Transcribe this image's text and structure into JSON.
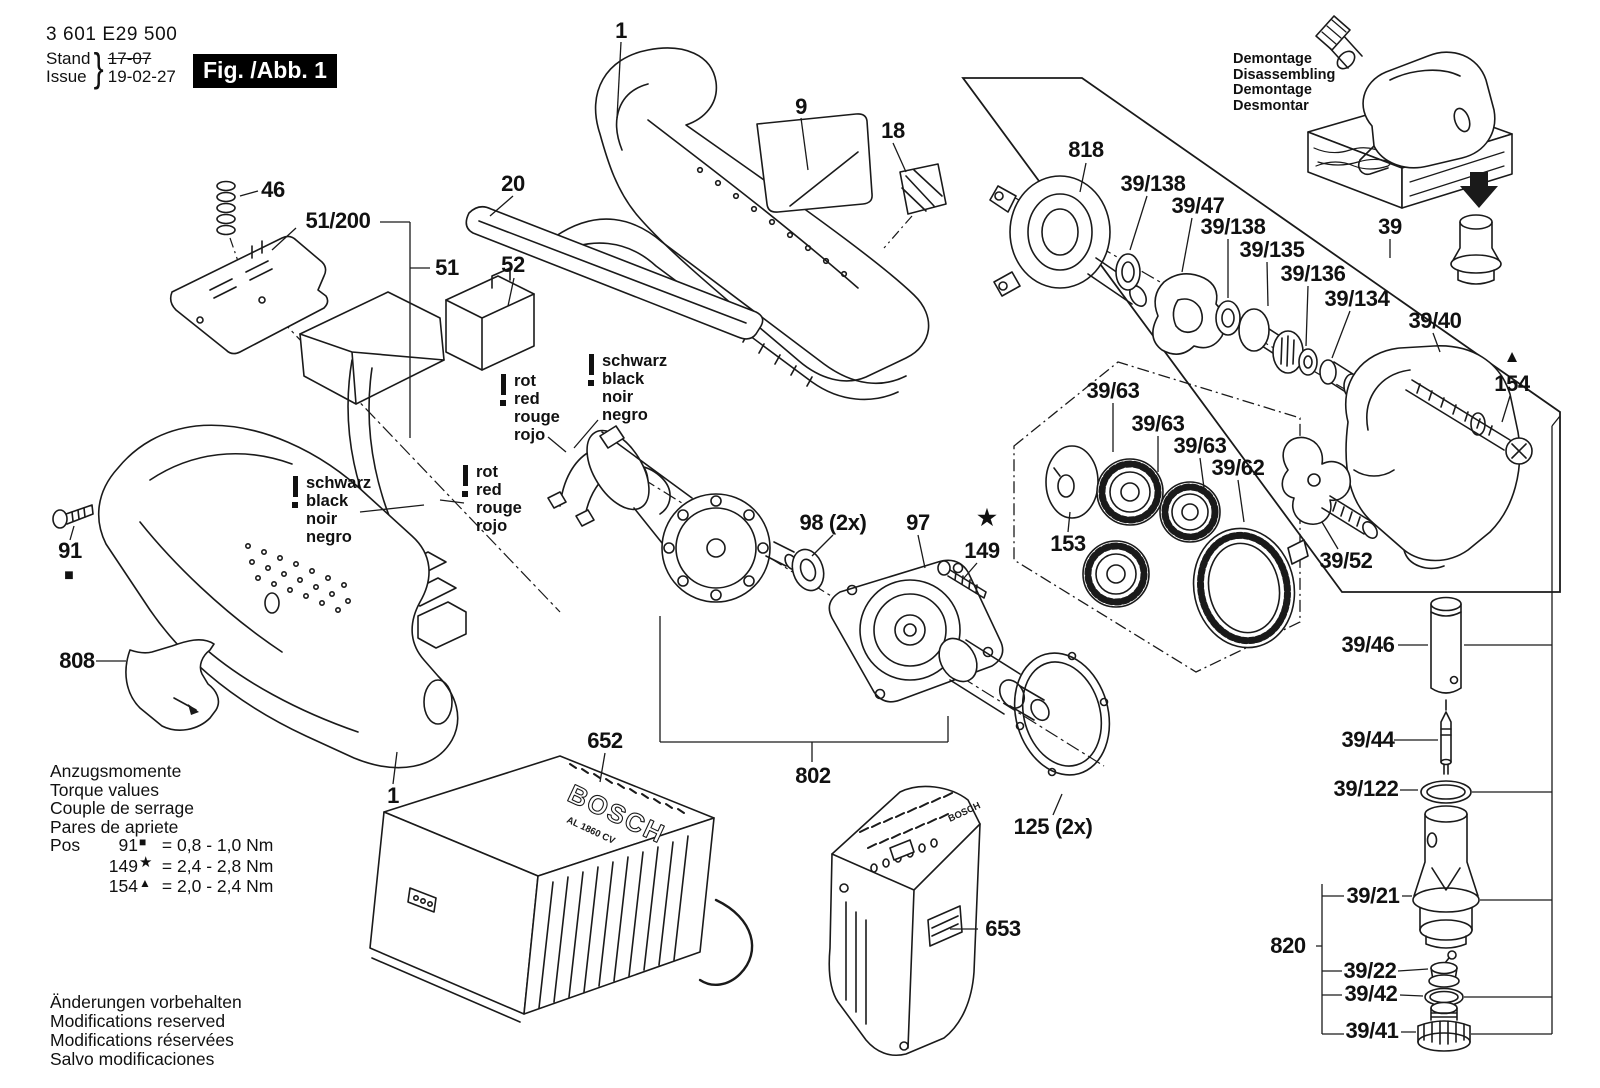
{
  "doc": {
    "part_number": "3 601 E29 500",
    "stand_label": "Stand",
    "issue_label": "Issue",
    "brace": "}",
    "old_date": "17-07",
    "new_date": "19-02-27",
    "figure_label": "Fig. /Abb. 1"
  },
  "inset": {
    "lines": [
      "Demontage",
      "Disassembling",
      "Demontage",
      "Desmontar"
    ]
  },
  "wires": {
    "black": [
      "schwarz",
      "black",
      "noir",
      "negro"
    ],
    "red": [
      "rot",
      "red",
      "rouge",
      "rojo"
    ]
  },
  "torque": {
    "heading": [
      "Anzugsmomente",
      "Torque values",
      "Couple de serrage",
      "Pares de apriete"
    ],
    "pos_label": "Pos",
    "rows": [
      {
        "ref": "91",
        "sym": "■",
        "eq": "=",
        "val": "0,8 - 1,0 Nm"
      },
      {
        "ref": "149",
        "sym": "★",
        "eq": "=",
        "val": "2,4 - 2,8 Nm"
      },
      {
        "ref": "154",
        "sym": "▲",
        "eq": "=",
        "val": "2,0 - 2,4 Nm"
      }
    ]
  },
  "footer": {
    "lines": [
      "Änderungen vorbehalten",
      "Modifications reserved",
      "Modifications réservées",
      "Salvo modificaciones"
    ]
  },
  "parts": {
    "p1": "1",
    "p9": "9",
    "p18": "18",
    "p20": "20",
    "p46": "46",
    "p51s200": "51/200",
    "p51": "51",
    "p52": "52",
    "p91": "91",
    "p97": "97",
    "p98": "98 (2x)",
    "p125": "125 (2x)",
    "p149": "149",
    "p153": "153",
    "p154": "154",
    "p808": "808",
    "p802": "802",
    "p818": "818",
    "p820": "820",
    "p652": "652",
    "p653": "653",
    "p39": "39",
    "p39_21": "39/21",
    "p39_22": "39/22",
    "p39_40": "39/40",
    "p39_41": "39/41",
    "p39_42": "39/42",
    "p39_44": "39/44",
    "p39_46": "39/46",
    "p39_47": "39/47",
    "p39_52": "39/52",
    "p39_62": "39/62",
    "p39_63": "39/63",
    "p39_122": "39/122",
    "p39_134": "39/134",
    "p39_135": "39/135",
    "p39_136": "39/136",
    "p39_138": "39/138"
  },
  "symbols": {
    "square": "■",
    "star": "★",
    "triangle": "▲"
  },
  "branding": {
    "logo": "BOSCH",
    "charger_model": "AL 1860 CV"
  },
  "colors": {
    "ink": "#1a1a1a",
    "paper": "#ffffff"
  }
}
